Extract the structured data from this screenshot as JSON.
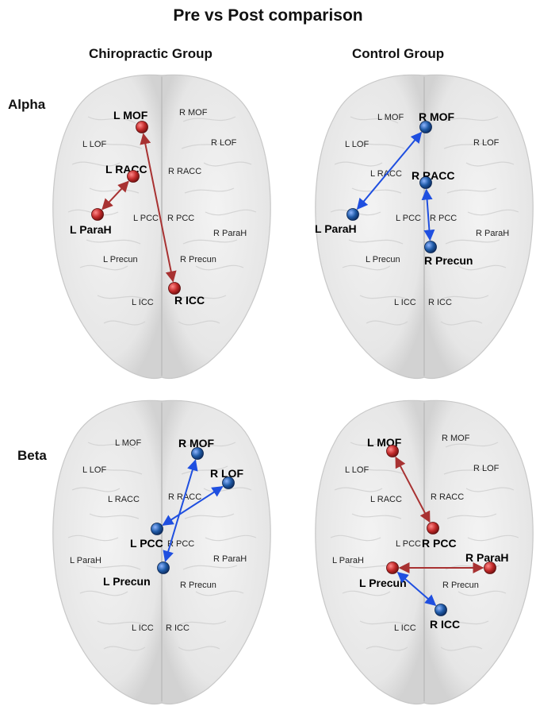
{
  "title": "Pre vs Post comparison",
  "columns": [
    "Chiropractic Group",
    "Control Group"
  ],
  "rows": [
    "Alpha",
    "Beta"
  ],
  "colors": {
    "increase": "#a83232",
    "decrease": "#1f4fe0",
    "node_red": "#c22a2a",
    "node_blue": "#1f5aa6"
  },
  "panels": [
    {
      "labels": {
        "lmof": "L MOF",
        "rmof": "R MOF",
        "llof": "L LOF",
        "rlof": "R LOF",
        "lracc": "L RACC",
        "rracc": "R RACC",
        "lpcc": "L PCC",
        "rpcc": "R PCC",
        "lparah": "L ParaH",
        "rparah": "R ParaH",
        "lprecun": "L Precun",
        "rprecun": "R Precun",
        "licc": "L ICC",
        "ricc": "R ICC"
      },
      "bold": [
        "lmof",
        "lracc",
        "lparah",
        "ricc"
      ],
      "nodes": [
        {
          "r": "lmof",
          "c": "red"
        },
        {
          "r": "lracc",
          "c": "red"
        },
        {
          "r": "lparah",
          "c": "red"
        },
        {
          "r": "ricc",
          "c": "red"
        }
      ],
      "edges": [
        {
          "a": "lparah",
          "b": "lracc",
          "c": "increase"
        },
        {
          "a": "lmof",
          "b": "ricc",
          "c": "increase"
        }
      ]
    },
    {
      "labels": {
        "lmof": "L MOF",
        "rmof": "R MOF",
        "llof": "L LOF",
        "rlof": "R LOF",
        "lracc": "L RACC",
        "rracc": "R RACC",
        "lpcc": "L PCC",
        "rpcc": "R PCC",
        "lparah": "L ParaH",
        "rparah": "R ParaH",
        "lprecun": "L Precun",
        "rprecun": "R Precun",
        "licc": "L ICC",
        "ricc": "R ICC"
      },
      "bold": [
        "rmof",
        "rracc",
        "lparah",
        "rprecun"
      ],
      "nodes": [
        {
          "r": "rmof",
          "c": "blue"
        },
        {
          "r": "rracc",
          "c": "blue"
        },
        {
          "r": "lparah",
          "c": "blue"
        },
        {
          "r": "rprecun",
          "c": "blue"
        }
      ],
      "edges": [
        {
          "a": "rmof",
          "b": "lparah",
          "c": "decrease"
        },
        {
          "a": "rracc",
          "b": "rprecun",
          "c": "decrease"
        }
      ]
    },
    {
      "labels": {
        "lmof": "L MOF",
        "rmof": "R MOF",
        "llof": "L LOF",
        "rlof": "R LOF",
        "lracc": "L RACC",
        "rracc": "R RACC",
        "lpcc": "L PCC",
        "rpcc": "R PCC",
        "lparah": "L ParaH",
        "rparah": "R ParaH",
        "lprecun": "L Precun",
        "rprecun": "R Precun",
        "licc": "L ICC",
        "ricc": "R ICC"
      },
      "bold": [
        "rmof",
        "rlof",
        "lpcc",
        "lprecun"
      ],
      "nodes": [
        {
          "r": "rmof",
          "c": "blue"
        },
        {
          "r": "rlof",
          "c": "blue"
        },
        {
          "r": "lpcc",
          "c": "blue"
        },
        {
          "r": "lprecun",
          "c": "blue"
        }
      ],
      "edges": [
        {
          "a": "rmof",
          "b": "lprecun",
          "c": "decrease"
        },
        {
          "a": "rlof",
          "b": "lpcc",
          "c": "decrease"
        }
      ]
    },
    {
      "labels": {
        "lmof": "L MOF",
        "rmof": "R MOF",
        "llof": "L LOF",
        "rlof": "R LOF",
        "lracc": "L RACC",
        "rracc": "R RACC",
        "lpcc": "L PCC",
        "rpcc": "R PCC",
        "lparah": "L ParaH",
        "rparah": "R ParaH",
        "lprecun": "L Precun",
        "rprecun": "R Precun",
        "licc": "L ICC",
        "ricc": "R ICC"
      },
      "bold": [
        "lmof",
        "rpcc",
        "lprecun",
        "rparah",
        "ricc"
      ],
      "nodes": [
        {
          "r": "lmof",
          "c": "red"
        },
        {
          "r": "rpcc",
          "c": "red"
        },
        {
          "r": "lprecun",
          "c": "red"
        },
        {
          "r": "rparah",
          "c": "red"
        },
        {
          "r": "ricc",
          "c": "blue"
        }
      ],
      "edges": [
        {
          "a": "lmof",
          "b": "rpcc",
          "c": "increase"
        },
        {
          "a": "lprecun",
          "b": "rparah",
          "c": "increase"
        },
        {
          "a": "lprecun",
          "b": "ricc",
          "c": "decrease"
        }
      ]
    }
  ]
}
